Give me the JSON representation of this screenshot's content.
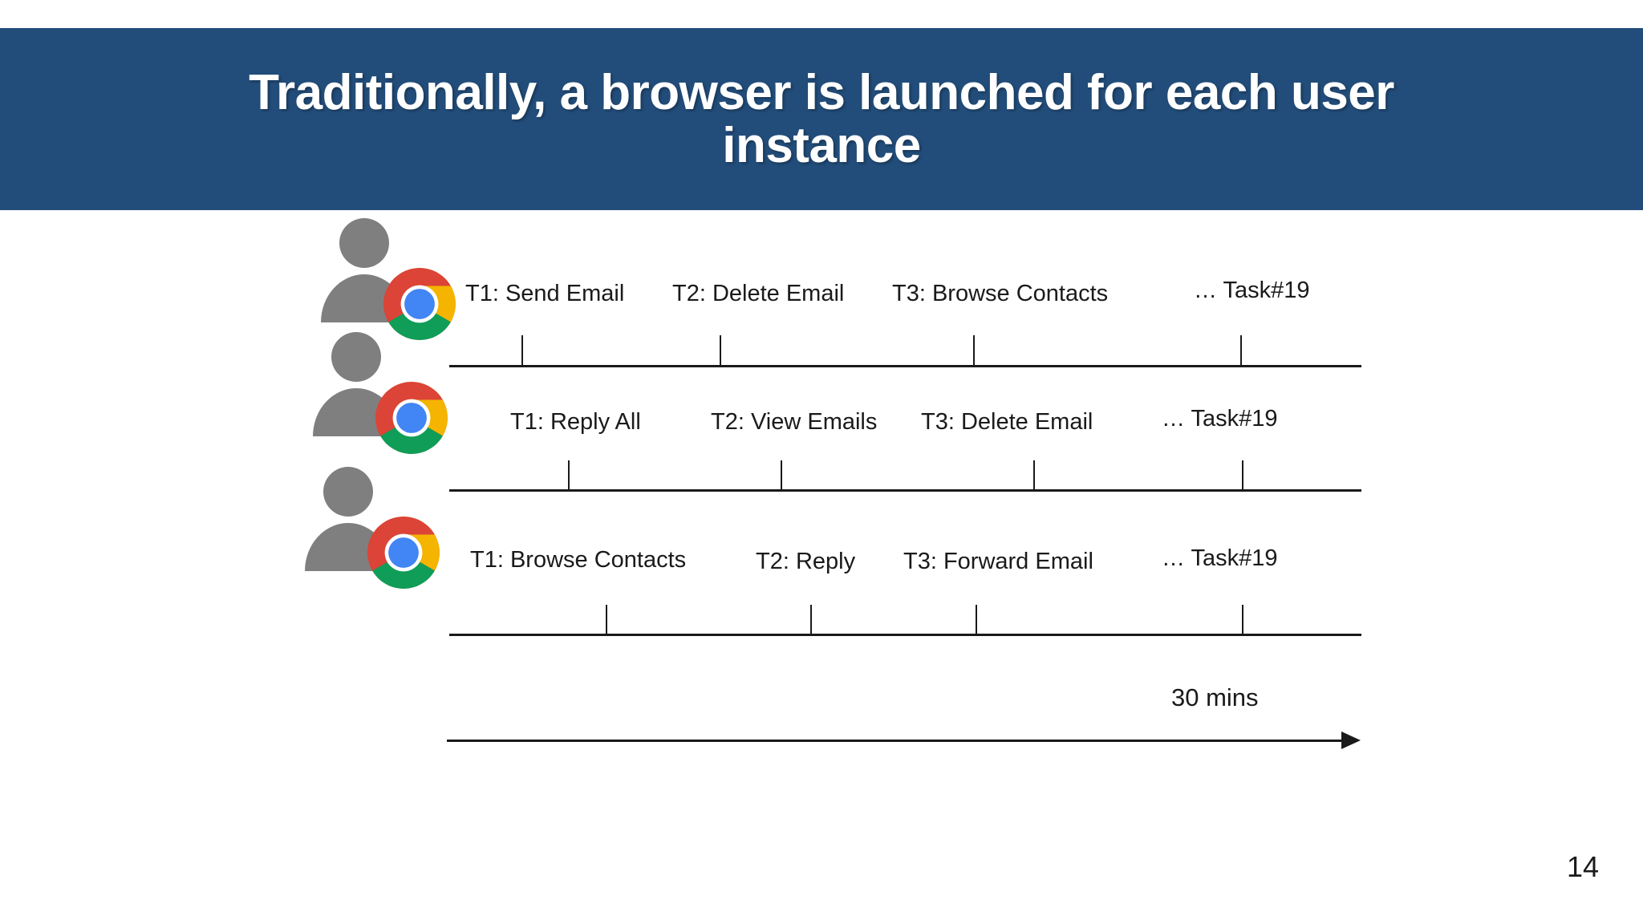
{
  "slide": {
    "title": "Traditionally, a browser is launched for each user instance",
    "page_number": "14",
    "banner_color": "#224D7A",
    "banner_text_color": "#FFFFFF",
    "background_color": "#FFFFFF"
  },
  "chart_data": {
    "type": "table",
    "title": "Traditionally, a browser is launched for each user instance",
    "xlabel": "30 mins",
    "ylabel": "",
    "axis_label": "30 mins",
    "legend": [],
    "grid": false,
    "note": "Three user instances, each with its own Chrome browser, each executing a sequence of 19 tasks along a 30-minute timeline.",
    "rows": [
      {
        "user": "user-1",
        "browser": "chrome",
        "tasks": [
          "T1: Send Email",
          "T2: Delete Email",
          "T3: Browse Contacts",
          "… Task#19"
        ]
      },
      {
        "user": "user-2",
        "browser": "chrome",
        "tasks": [
          "T1: Reply All",
          "T2: View Emails",
          "T3: Delete Email",
          "… Task#19"
        ]
      },
      {
        "user": "user-3",
        "browser": "chrome",
        "tasks": [
          "T1: Browse Contacts",
          "T2: Reply",
          "T3: Forward Email",
          "… Task#19"
        ]
      }
    ]
  },
  "icons": {
    "person": "person-icon",
    "browser": "chrome-icon",
    "arrow": "arrow-right-icon"
  },
  "colors": {
    "person_gray": "#7F7F7F",
    "chrome_red": "#DB4437",
    "chrome_yellow": "#F4B400",
    "chrome_green": "#0F9D58",
    "chrome_blue": "#4285F4",
    "line_black": "#1A1A1A"
  }
}
